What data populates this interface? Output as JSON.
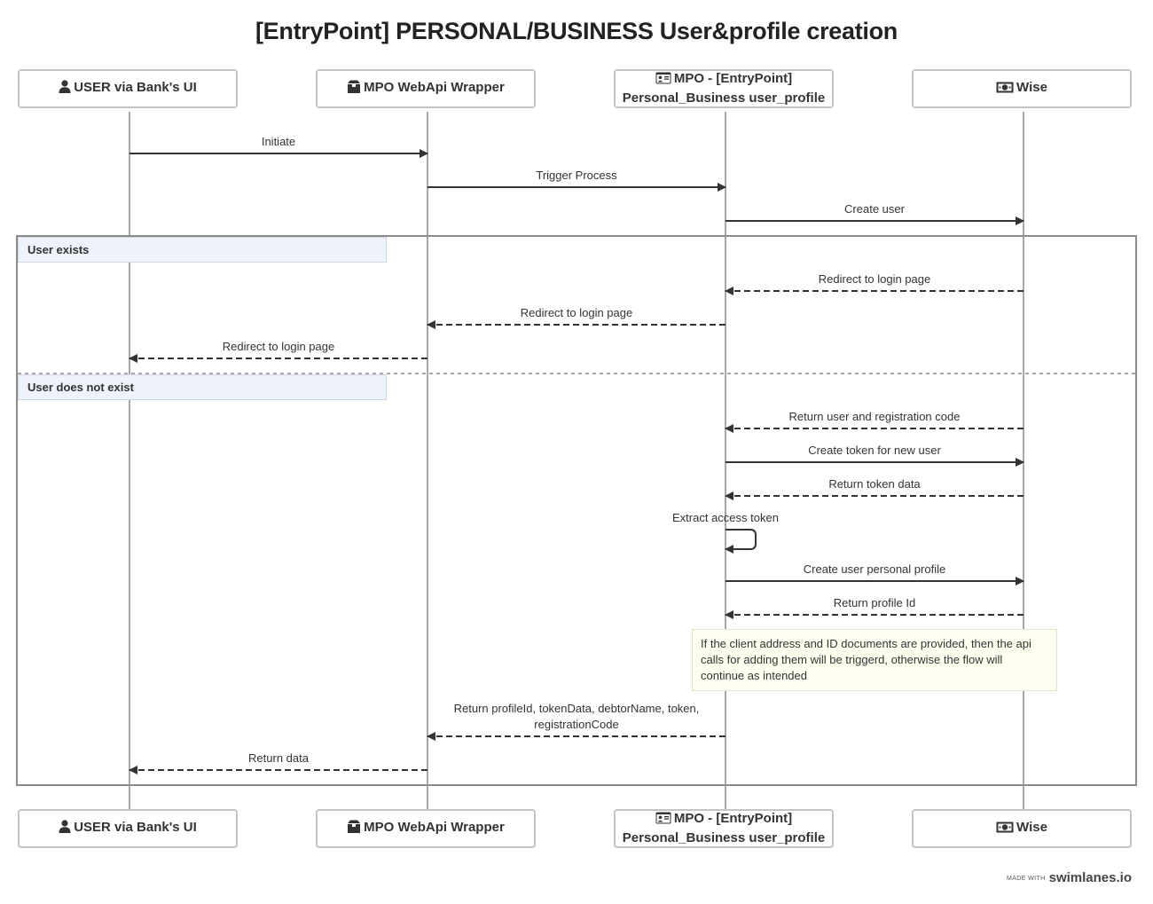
{
  "title": "[EntryPoint] PERSONAL/BUSINESS User&profile creation",
  "actors": [
    {
      "id": "user",
      "icon": "user-icon",
      "label": "USER via Bank's UI"
    },
    {
      "id": "wrapper",
      "icon": "box-icon",
      "label": "MPO WebApi Wrapper"
    },
    {
      "id": "mpo",
      "icon": "id-card-icon",
      "label_line1": "MPO - [EntryPoint]",
      "label_line2": "Personal_Business user_profile"
    },
    {
      "id": "wise",
      "icon": "money-bill-icon",
      "label": "Wise"
    }
  ],
  "messages": [
    {
      "from": "user",
      "to": "wrapper",
      "label": "Initiate",
      "style": "solid"
    },
    {
      "from": "wrapper",
      "to": "mpo",
      "label": "Trigger Process",
      "style": "solid"
    },
    {
      "from": "mpo",
      "to": "wise",
      "label": "Create user",
      "style": "solid"
    },
    {
      "from": "wise",
      "to": "mpo",
      "label": "Redirect to login page",
      "style": "dashed"
    },
    {
      "from": "mpo",
      "to": "wrapper",
      "label": "Redirect to login page",
      "style": "dashed"
    },
    {
      "from": "wrapper",
      "to": "user",
      "label": "Redirect to login page",
      "style": "dashed"
    },
    {
      "from": "wise",
      "to": "mpo",
      "label": "Return user and registration code",
      "style": "dashed"
    },
    {
      "from": "mpo",
      "to": "wise",
      "label": "Create token for new user",
      "style": "solid"
    },
    {
      "from": "wise",
      "to": "mpo",
      "label": "Return token data",
      "style": "dashed"
    },
    {
      "from": "mpo",
      "to": "mpo",
      "label": "Extract access token",
      "style": "solid"
    },
    {
      "from": "mpo",
      "to": "wise",
      "label": "Create user personal profile",
      "style": "solid"
    },
    {
      "from": "wise",
      "to": "mpo",
      "label": "Return profile Id",
      "style": "dashed"
    },
    {
      "from": "mpo",
      "to": "wrapper",
      "label_line1": "Return profileId, tokenData, debtorName, token,",
      "label_line2": "registrationCode",
      "style": "dashed"
    },
    {
      "from": "wrapper",
      "to": "user",
      "label": "Return data",
      "style": "dashed"
    }
  ],
  "fragment": {
    "branches": [
      "User exists",
      "User does not exist"
    ]
  },
  "note": "If the client address and ID documents are provided, then the api calls for adding them will be triggerd, otherwise the flow will continue as intended",
  "watermark": {
    "prefix": "MADE WITH",
    "brand": "swimlanes.io"
  },
  "colors": {
    "lifeline": "#a8a8a8",
    "arrow": "#333333",
    "frame": "#8c8c8c",
    "fragment_label_bg": "#eef2fb",
    "note_bg": "#fffff0"
  }
}
